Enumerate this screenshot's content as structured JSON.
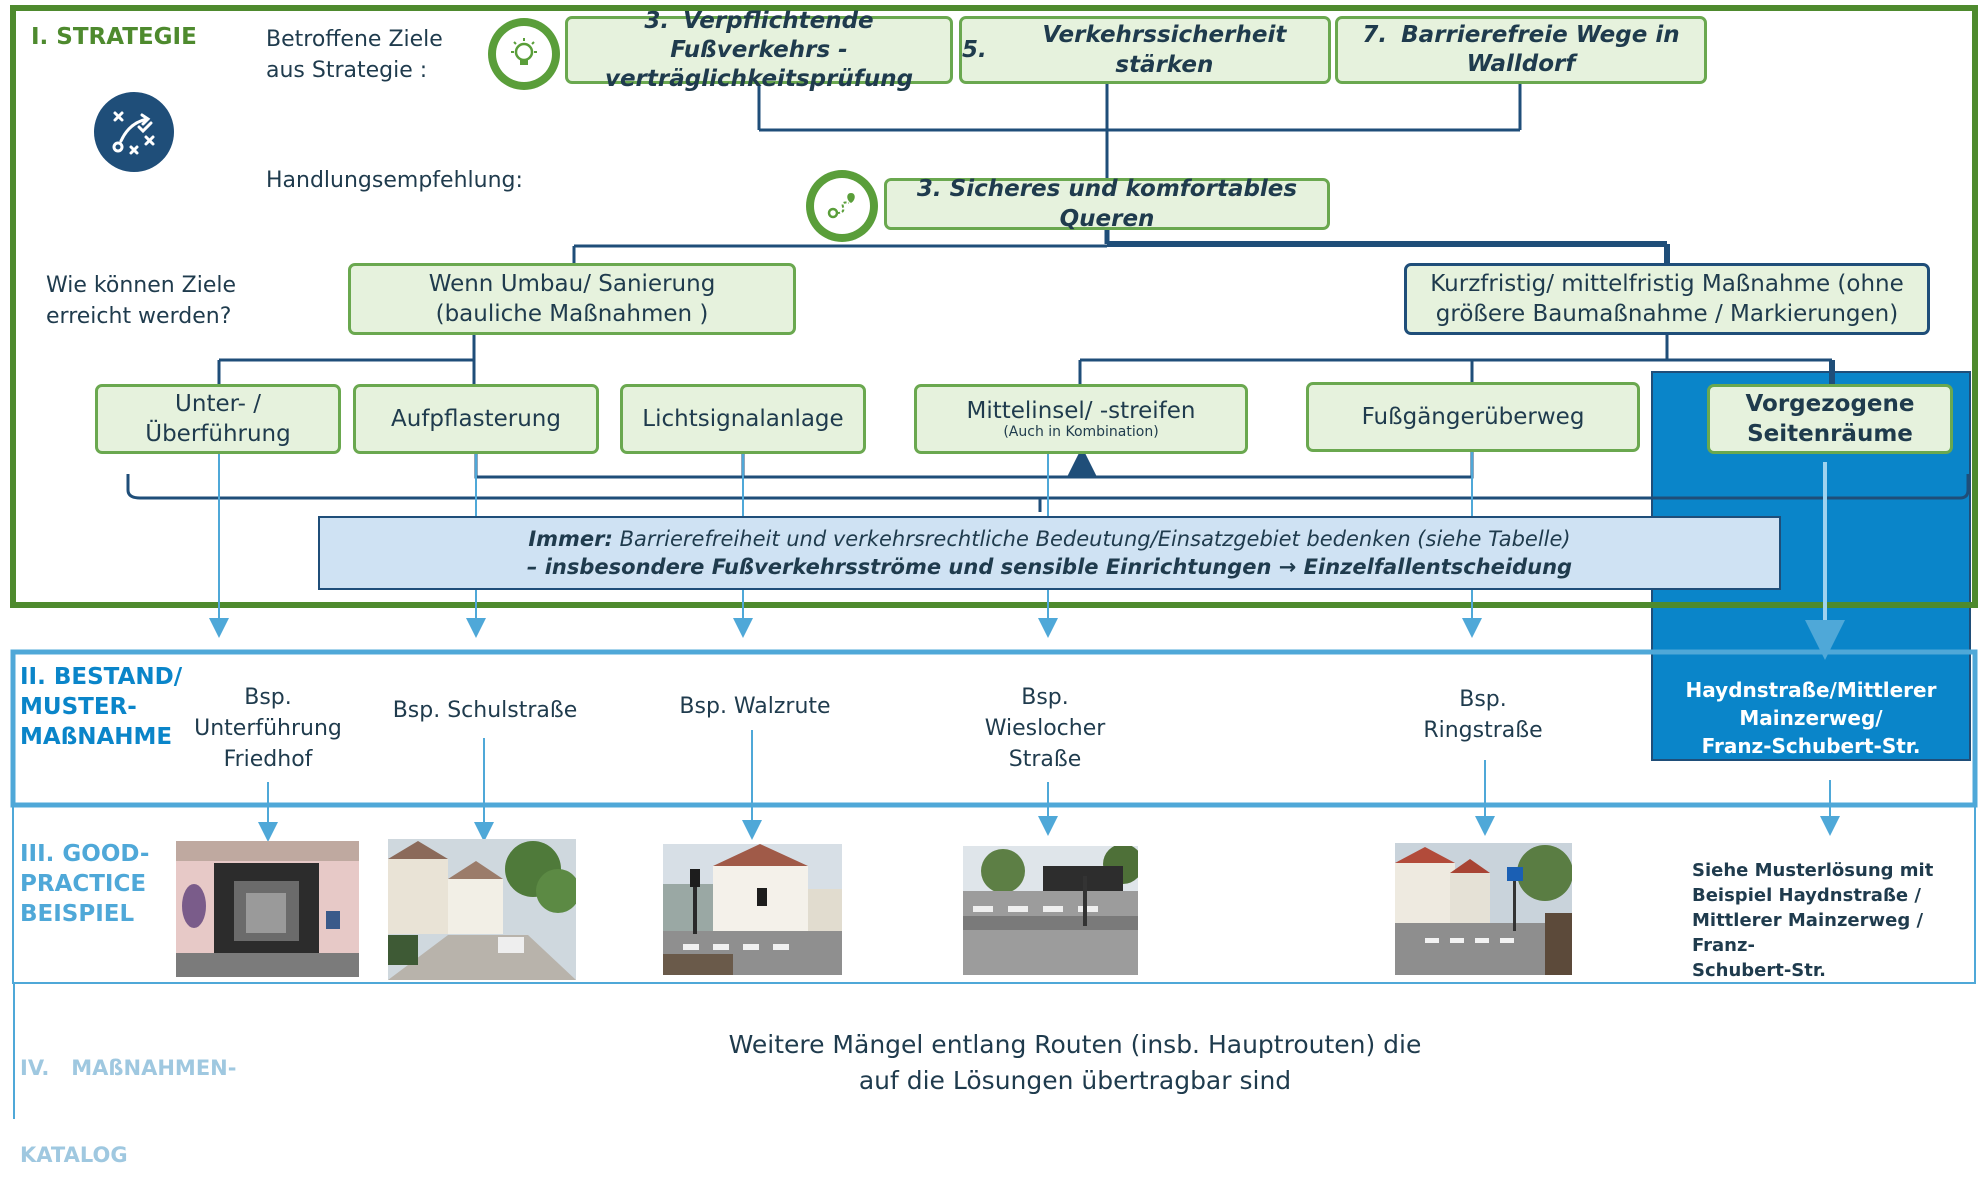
{
  "colors": {
    "green_border": "#4e8a2e",
    "box_fill": "#e6f2dd",
    "box_border": "#6aa84f",
    "navy": "#1f4e79",
    "light_blue": "#4fa8d8",
    "bright_blue": "#0a85c9",
    "note_fill": "#cfe2f3",
    "text": "#1f3b4d"
  },
  "section1": {
    "label": "I. STRATEGIE",
    "goals_label_line1": "Betroffene Ziele",
    "goals_label_line2": "aus Strategie :",
    "recommendation_label": "Handlungsempfehlung:",
    "question_line1": "Wie können Ziele",
    "question_line2": "erreicht werden?"
  },
  "goals": [
    {
      "num": "3.",
      "line1": "Verpflichtende Fußverkehrs -",
      "line2": "verträglichkeitsprüfung"
    },
    {
      "num": "5.",
      "line1": "Verkehrssicherheit stärken",
      "line2": ""
    },
    {
      "num": "7.",
      "line1": "Barrierefreie Wege in",
      "line2": "Walldorf"
    }
  ],
  "recommendation": "3. Sicheres und komfortables Queren",
  "branches": {
    "left_line1": "Wenn Umbau/ Sanierung",
    "left_line2": "(bauliche Maßnahmen )",
    "right_line1": "Kurzfristig/ mittelfristig Maßnahme (ohne",
    "right_line2": "größere Baumaßnahme / Markierungen)"
  },
  "measures": [
    {
      "line1": "Unter- /",
      "line2": "Überführung",
      "note": ""
    },
    {
      "line1": "Aufpflasterung",
      "line2": "",
      "note": ""
    },
    {
      "line1": "Lichtsignalanlage",
      "line2": "",
      "note": ""
    },
    {
      "line1": "Mittelinsel/ -streifen",
      "line2": "",
      "note": "(Auch in Kombination)"
    },
    {
      "line1": "Fußgängerüberweg",
      "line2": "",
      "note": ""
    },
    {
      "line1": "Vorgezogene",
      "line2": "Seitenräume",
      "note": ""
    }
  ],
  "note": {
    "line1_bold": "Immer:",
    "line1_rest": "Barrierefreiheit und verkehrsrechtliche Bedeutung/Einsatzgebiet bedenken (siehe Tabelle)",
    "line2": "– insbesondere Fußverkehrsströme und sensible Einrichtungen → Einzelfallentscheidung"
  },
  "section2": {
    "label_line1": "II. BESTAND/",
    "label_line2": "MUSTER-",
    "label_line3": "MAßNAHME"
  },
  "examples": [
    {
      "line1": "Bsp.",
      "line2": "Unterführung",
      "line3": "Friedhof"
    },
    {
      "line1": "Bsp. Schulstraße",
      "line2": "",
      "line3": ""
    },
    {
      "line1": "Bsp. Walzrute",
      "line2": "",
      "line3": ""
    },
    {
      "line1": "Bsp.",
      "line2": "Wieslocher",
      "line3": "Straße"
    },
    {
      "line1": "Bsp.",
      "line2": "Ringstraße",
      "line3": ""
    },
    {
      "line1": "Haydnstraße/Mittlerer",
      "line2": "Mainzerweg/",
      "line3": "Franz-Schubert-Str."
    }
  ],
  "section3": {
    "label_line1": "III. GOOD-",
    "label_line2": "PRACTICE",
    "label_line3": "BEISPIEL",
    "side_note_line1": "Siehe Musterlösung mit",
    "side_note_line2": "Beispiel Haydnstraße /",
    "side_note_line3": "Mittlerer Mainzerweg / Franz-",
    "side_note_line4": "Schubert-Str."
  },
  "section4": {
    "label_line1": "IV.   MAßNAHMEN-",
    "label_line2": "KATALOG",
    "text_line1": "Weitere Mängel entlang Routen (insb. Hauptrouten) die",
    "text_line2": "auf die Lösungen übertragbar sind"
  },
  "icons": [
    "strategy-icon",
    "lightbulb-icon",
    "route-icon"
  ]
}
